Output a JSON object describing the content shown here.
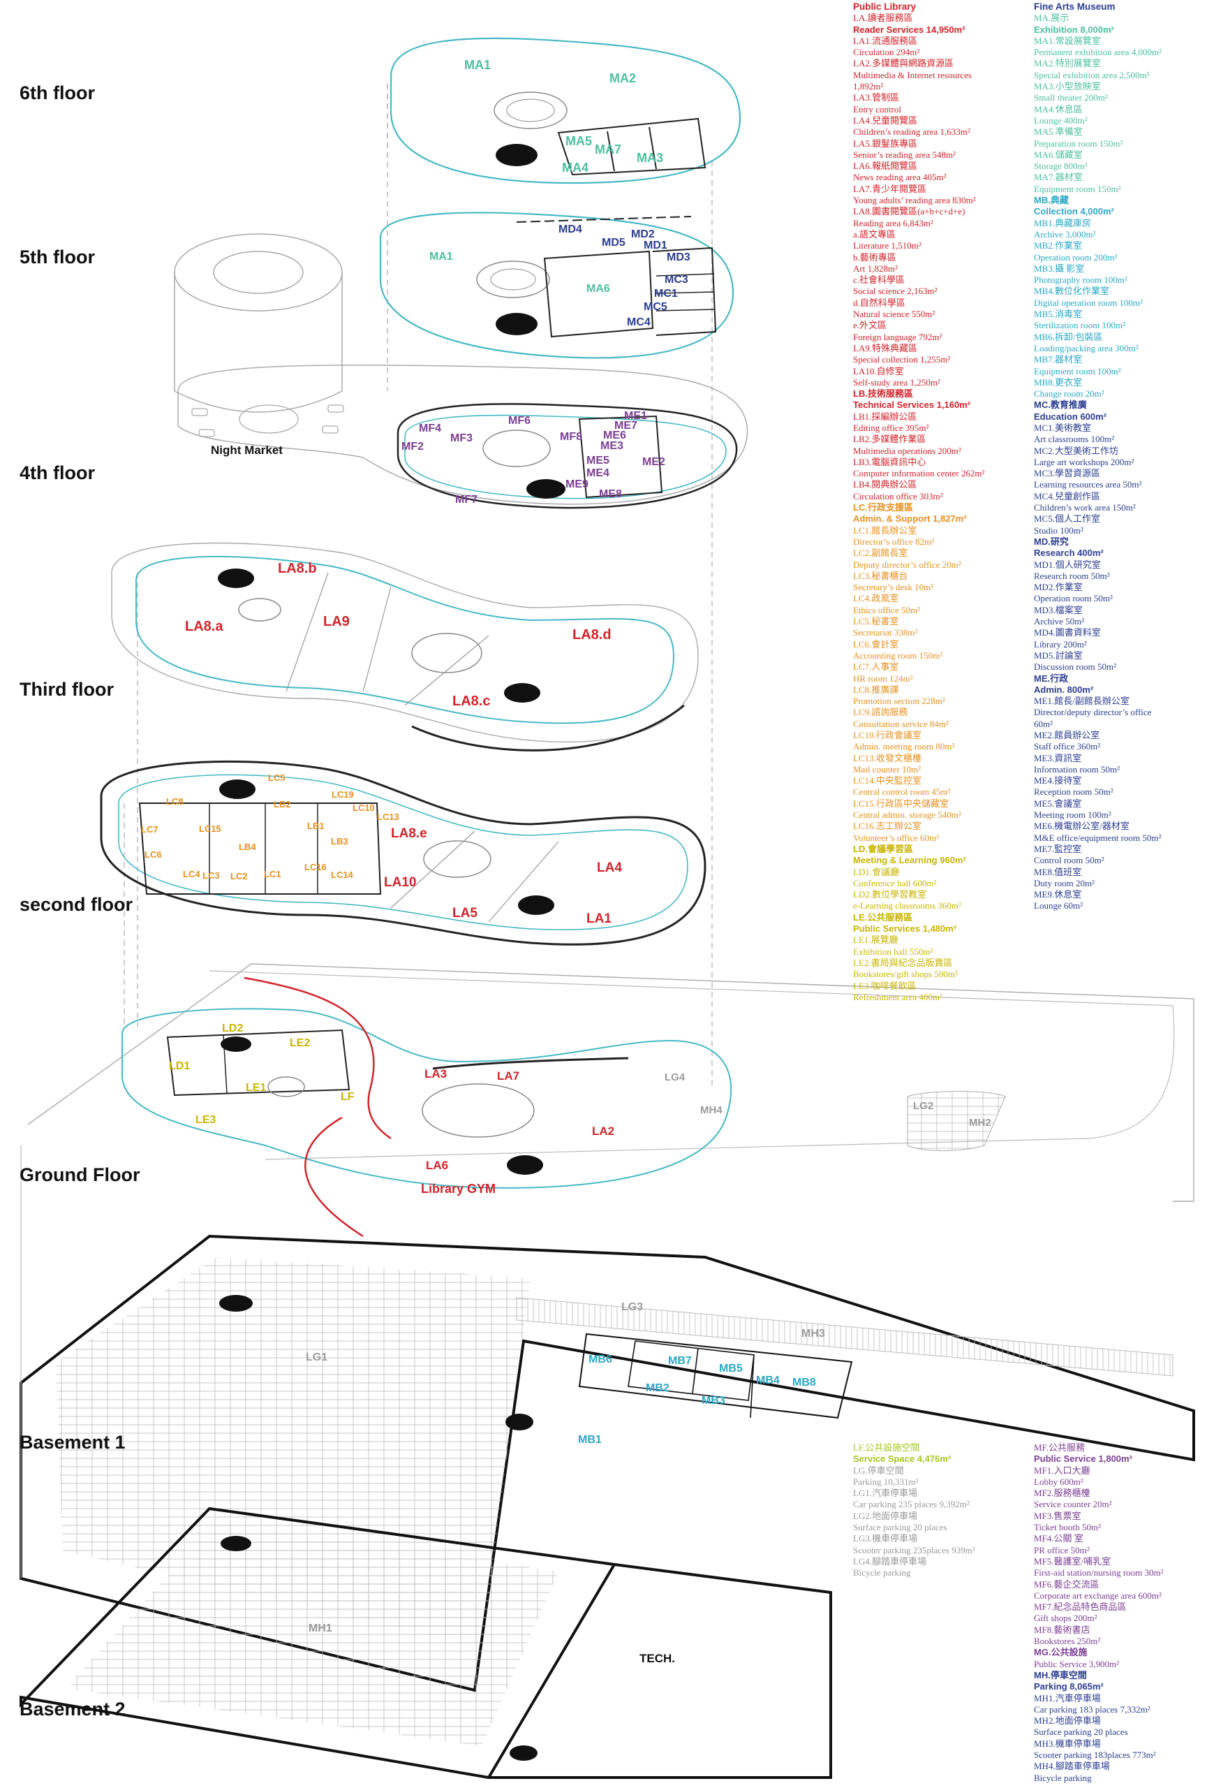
{
  "floor_labels": [
    "6th floor",
    "5th floor",
    "4th floor",
    "Third floor",
    "second floor",
    "Ground Floor",
    "Basement 1",
    "Basement 2"
  ],
  "diagram_labels": {
    "night_market": "Night Market",
    "library_gym": "Library GYM",
    "tech": "TECH.",
    "sixth": [
      "MA1",
      "MA2",
      "MA5",
      "MA7",
      "MA3",
      "MA4"
    ],
    "fifth": [
      "MA1",
      "MD4",
      "MD2",
      "MD5",
      "MD1",
      "MD3",
      "MA6",
      "MC3",
      "MC1",
      "MC5",
      "MC4"
    ],
    "fourth": [
      "MF4",
      "MF3",
      "MF6",
      "MF2",
      "MF8",
      "ME1",
      "ME7",
      "ME6",
      "ME3",
      "ME5",
      "ME4",
      "ME9",
      "ME8",
      "ME2",
      "MF7"
    ],
    "third": [
      "LA8.b",
      "LA8.a",
      "LA9",
      "LA8.d",
      "LA8.c"
    ],
    "second_red": [
      "LA8.e",
      "LA4",
      "LA10",
      "LA5",
      "LA1"
    ],
    "second_orange": [
      "LC5",
      "LC19",
      "LC8",
      "LC10",
      "LC13",
      "LB2",
      "LC15",
      "LC7",
      "LB1",
      "LB3",
      "LB4",
      "LC6",
      "LC4",
      "LC3",
      "LC2",
      "LC1",
      "LC16",
      "LC14"
    ],
    "ground_yellow": [
      "LD2",
      "LE2",
      "LD1",
      "LE1",
      "LF",
      "LE3"
    ],
    "ground_red": [
      "LA3",
      "LA7",
      "LA2",
      "LA6"
    ],
    "ground_grey": [
      "LG4",
      "MH4",
      "LG2",
      "MH2"
    ],
    "b1_grey": [
      "LG3",
      "MH3",
      "LG1"
    ],
    "b1_cyan": [
      "MB6",
      "MB7",
      "MB5",
      "MB4",
      "MB8",
      "MB2",
      "MB3",
      "MB1"
    ],
    "b2_grey": [
      "MH1"
    ]
  },
  "colors": {
    "library_red": "#d2232a",
    "museum_teal": "#4dbfa0",
    "museum_navy": "#2b3d8f",
    "museum_purple": "#7b3e94",
    "admin_orange": "#e8901e",
    "learning_yellow": "#c9b400",
    "service_green": "#a5c81e",
    "cyan": "#2aa8c6",
    "grey": "#9a9a9a",
    "outline_cyan": "#46b8c4"
  },
  "legend_library": [
    {
      "t": "Public Library",
      "s": "title",
      "c": "library_red"
    },
    {
      "t": "LA.讀者服務區",
      "c": "library_red"
    },
    {
      "t": "Reader Services 14,950m²",
      "s": "sub",
      "c": "library_red"
    },
    {
      "t": "LA1.流通服務區",
      "c": "library_red"
    },
    {
      "t": "Circulation 294m²",
      "c": "library_red"
    },
    {
      "t": "LA2.多媒體與網路資源區",
      "c": "library_red"
    },
    {
      "t": "Multimedia & Internet resources",
      "c": "library_red"
    },
    {
      "t": "1,892m²",
      "c": "library_red"
    },
    {
      "t": "LA3.管制區",
      "c": "library_red"
    },
    {
      "t": "Entry control",
      "c": "library_red"
    },
    {
      "t": "LA4.兒童閱覽區",
      "c": "library_red"
    },
    {
      "t": "Children’s reading area 1,633m²",
      "c": "library_red"
    },
    {
      "t": "LA5.銀髮族專區",
      "c": "library_red"
    },
    {
      "t": "Senior’s reading area 548m²",
      "c": "library_red"
    },
    {
      "t": "LA6.報紙閱覽區",
      "c": "library_red"
    },
    {
      "t": "News reading area 405m²",
      "c": "library_red"
    },
    {
      "t": "LA7.青少年閱覽區",
      "c": "library_red"
    },
    {
      "t": "Young adults’ reading area 830m²",
      "c": "library_red"
    },
    {
      "t": "LA8.圖書閱覽區(a+b+c+d+e)",
      "c": "library_red"
    },
    {
      "t": "Reading area 6,843m²",
      "c": "library_red"
    },
    {
      "t": "a.語文專區",
      "c": "library_red"
    },
    {
      "t": "Literature 1,510m²",
      "c": "library_red"
    },
    {
      "t": "b.藝術專區",
      "c": "library_red"
    },
    {
      "t": "Art 1,828m²",
      "c": "library_red"
    },
    {
      "t": "c.社會科學區",
      "c": "library_red"
    },
    {
      "t": "Social science 2,163m²",
      "c": "library_red"
    },
    {
      "t": "d.自然科學區",
      "c": "library_red"
    },
    {
      "t": "Natural science 550m²",
      "c": "library_red"
    },
    {
      "t": "e.外文區",
      "c": "library_red"
    },
    {
      "t": "Foreign language 792m²",
      "c": "library_red"
    },
    {
      "t": "LA9.特殊典藏區",
      "c": "library_red"
    },
    {
      "t": "Special collection 1,255m²",
      "c": "library_red"
    },
    {
      "t": "LA10.自修室",
      "c": "library_red"
    },
    {
      "t": "Self-study area 1,250m²",
      "c": "library_red"
    },
    {
      "t": "LB.技術服務區",
      "s": "sub",
      "c": "library_red"
    },
    {
      "t": "Technical Services 1,160m²",
      "s": "sub",
      "c": "library_red"
    },
    {
      "t": "LB1.採編辦公區",
      "c": "library_red"
    },
    {
      "t": "Editing office 395m²",
      "c": "library_red"
    },
    {
      "t": "LB2.多媒體作業區",
      "c": "library_red"
    },
    {
      "t": "Multimedia operations 200m²",
      "c": "library_red"
    },
    {
      "t": "LB3.電腦資訊中心",
      "c": "library_red"
    },
    {
      "t": "Computer information center 262m²",
      "c": "library_red"
    },
    {
      "t": "LB4.閱典辦公區",
      "c": "library_red"
    },
    {
      "t": "Circulation office 303m²",
      "c": "library_red"
    },
    {
      "t": "LC.行政支援區",
      "s": "sub",
      "c": "admin_orange"
    },
    {
      "t": "Admin. & Support 1,827m²",
      "s": "sub",
      "c": "admin_orange"
    },
    {
      "t": "LC1.館長辦公室",
      "c": "admin_orange"
    },
    {
      "t": "Director’s office 82m²",
      "c": "admin_orange"
    },
    {
      "t": "LC2.副館長室",
      "c": "admin_orange"
    },
    {
      "t": "Deputy director’s office 20m²",
      "c": "admin_orange"
    },
    {
      "t": "LC3.秘書櫃台",
      "c": "admin_orange"
    },
    {
      "t": "Secretary’s desk 10m²",
      "c": "admin_orange"
    },
    {
      "t": "LC4.政風室",
      "c": "admin_orange"
    },
    {
      "t": "Ethics office 50m²",
      "c": "admin_orange"
    },
    {
      "t": "LC5.秘書室",
      "c": "admin_orange"
    },
    {
      "t": "Secretariat 338m²",
      "c": "admin_orange"
    },
    {
      "t": "LC6.會計室",
      "c": "admin_orange"
    },
    {
      "t": "Accounting room 150m²",
      "c": "admin_orange"
    },
    {
      "t": "LC7.人事室",
      "c": "admin_orange"
    },
    {
      "t": "HR room 124m²",
      "c": "admin_orange"
    },
    {
      "t": "LC8.推廣課",
      "c": "admin_orange"
    },
    {
      "t": "Promotion section 228m²",
      "c": "admin_orange"
    },
    {
      "t": "LC9.諮詢服務",
      "c": "admin_orange"
    },
    {
      "t": "Consultation service 84m²",
      "c": "admin_orange"
    },
    {
      "t": "LC10.行政會議室",
      "c": "admin_orange"
    },
    {
      "t": "Admin. meeting room 80m²",
      "c": "admin_orange"
    },
    {
      "t": "LC13.收發文櫃檯",
      "c": "admin_orange"
    },
    {
      "t": "Mail counter 10m²",
      "c": "admin_orange"
    },
    {
      "t": "LC14.中央監控室",
      "c": "admin_orange"
    },
    {
      "t": "Central control room 45m²",
      "c": "admin_orange"
    },
    {
      "t": "LC15.行政區中央儲藏室",
      "c": "admin_orange"
    },
    {
      "t": "Central admin. storage 540m²",
      "c": "admin_orange"
    },
    {
      "t": "LC16.志工辦公室",
      "c": "admin_orange"
    },
    {
      "t": "Volunteer’s office 60m²",
      "c": "admin_orange"
    },
    {
      "t": "LD.會議學習區",
      "s": "sub",
      "c": "learning_yellow"
    },
    {
      "t": "Meeting & Learning 960m²",
      "s": "sub",
      "c": "learning_yellow"
    },
    {
      "t": "LD1.會議廳",
      "c": "learning_yellow"
    },
    {
      "t": "Conference hall 600m²",
      "c": "learning_yellow"
    },
    {
      "t": "LD2.數位學習教室",
      "c": "learning_yellow"
    },
    {
      "t": "e-Learning classrooms 360m²",
      "c": "learning_yellow"
    },
    {
      "t": "LE.公共服務區",
      "s": "sub",
      "c": "learning_yellow"
    },
    {
      "t": "Public Services 1,480m²",
      "s": "sub",
      "c": "learning_yellow"
    },
    {
      "t": "LE1.展覽廳",
      "c": "learning_yellow"
    },
    {
      "t": "Exhibition hall 550m²",
      "c": "learning_yellow"
    },
    {
      "t": "LE2.書局與紀念品販賣區",
      "c": "learning_yellow"
    },
    {
      "t": "Bookstores/gift shops 500m²",
      "c": "learning_yellow"
    },
    {
      "t": "LE3.咖啡餐飲區",
      "c": "learning_yellow"
    },
    {
      "t": "Refreshment area 400m²",
      "c": "learning_yellow"
    }
  ],
  "legend_museum": [
    {
      "t": "Fine Arts Museum",
      "s": "title",
      "c": "museum_navy"
    },
    {
      "t": "MA.展示",
      "c": "museum_teal"
    },
    {
      "t": "Exhibition 8,000m²",
      "s": "sub",
      "c": "museum_teal"
    },
    {
      "t": "MA1.常設展覽室",
      "c": "museum_teal"
    },
    {
      "t": "Permanent exhibition area 4,000m²",
      "c": "museum_teal"
    },
    {
      "t": "MA2.特別展覽室",
      "c": "museum_teal"
    },
    {
      "t": "Special exhibition area 2,500m²",
      "c": "museum_teal"
    },
    {
      "t": "MA3.小型放映室",
      "c": "museum_teal"
    },
    {
      "t": "Small theater 200m²",
      "c": "museum_teal"
    },
    {
      "t": "MA4.休息區",
      "c": "museum_teal"
    },
    {
      "t": "Lounge 400m²",
      "c": "museum_teal"
    },
    {
      "t": "MA5.準備室",
      "c": "museum_teal"
    },
    {
      "t": "Preparation room 150m²",
      "c": "museum_teal"
    },
    {
      "t": "MA6.儲藏室",
      "c": "museum_teal"
    },
    {
      "t": "Storage 800m²",
      "c": "museum_teal"
    },
    {
      "t": "MA7.器材室",
      "c": "museum_teal"
    },
    {
      "t": "Equipment room 150m²",
      "c": "museum_teal"
    },
    {
      "t": "MB.典藏",
      "s": "sub",
      "c": "cyan"
    },
    {
      "t": "Collection 4,000m²",
      "s": "sub",
      "c": "cyan"
    },
    {
      "t": "MB1.典藏庫房",
      "c": "cyan"
    },
    {
      "t": "Archive 3,000m²",
      "c": "cyan"
    },
    {
      "t": "MB2.作業室",
      "c": "cyan"
    },
    {
      "t": "Operation room 200m²",
      "c": "cyan"
    },
    {
      "t": "MB3.攝 影室",
      "c": "cyan"
    },
    {
      "t": "Photography room 100m²",
      "c": "cyan"
    },
    {
      "t": "MB4.數位化作業室",
      "c": "cyan"
    },
    {
      "t": "Digital operation room 100m²",
      "c": "cyan"
    },
    {
      "t": "MB5.消毒室",
      "c": "cyan"
    },
    {
      "t": "Sterilization room 100m²",
      "c": "cyan"
    },
    {
      "t": "MB6.拆卸/包裝區",
      "c": "cyan"
    },
    {
      "t": "Loading/packing area 300m²",
      "c": "cyan"
    },
    {
      "t": "MB7.器材室",
      "c": "cyan"
    },
    {
      "t": "Equipment room 100m²",
      "c": "cyan"
    },
    {
      "t": "MB8.更衣室",
      "c": "cyan"
    },
    {
      "t": "Change room 20m²",
      "c": "cyan"
    },
    {
      "t": "MC.教育推廣",
      "s": "sub",
      "c": "museum_navy"
    },
    {
      "t": "Education 600m²",
      "s": "sub",
      "c": "museum_navy"
    },
    {
      "t": "MC1.美術教室",
      "c": "museum_navy"
    },
    {
      "t": "Art classrooms 100m²",
      "c": "museum_navy"
    },
    {
      "t": "MC2.大型美術工作坊",
      "c": "museum_navy"
    },
    {
      "t": "Large art workshops 200m²",
      "c": "museum_navy"
    },
    {
      "t": "MC3.學習資源區",
      "c": "museum_navy"
    },
    {
      "t": "Learning resources area 50m²",
      "c": "museum_navy"
    },
    {
      "t": "MC4.兒童創作區",
      "c": "museum_navy"
    },
    {
      "t": "Children’s work area 150m²",
      "c": "museum_navy"
    },
    {
      "t": "MC5.個人工作室",
      "c": "museum_navy"
    },
    {
      "t": "Studio 100m²",
      "c": "museum_navy"
    },
    {
      "t": "MD.研究",
      "s": "sub",
      "c": "museum_navy"
    },
    {
      "t": "Research 400m²",
      "s": "sub",
      "c": "museum_navy"
    },
    {
      "t": "MD1.個人研究室",
      "c": "museum_navy"
    },
    {
      "t": "Research room 50m²",
      "c": "museum_navy"
    },
    {
      "t": "MD2.作業室",
      "c": "museum_navy"
    },
    {
      "t": "Operation room 50m²",
      "c": "museum_navy"
    },
    {
      "t": "MD3.檔案室",
      "c": "museum_navy"
    },
    {
      "t": "Archive 50m²",
      "c": "museum_navy"
    },
    {
      "t": "MD4.圖書資料室",
      "c": "museum_navy"
    },
    {
      "t": "Library 200m²",
      "c": "museum_navy"
    },
    {
      "t": "MD5.討論室",
      "c": "museum_navy"
    },
    {
      "t": "Discussion room 50m²",
      "c": "museum_navy"
    },
    {
      "t": "ME.行政",
      "s": "sub",
      "c": "museum_navy"
    },
    {
      "t": "Admin. 800m²",
      "s": "sub",
      "c": "museum_navy"
    },
    {
      "t": "ME1.館長/副館長辦公室",
      "c": "museum_navy"
    },
    {
      "t": "Director/deputy director’s office",
      "c": "museum_navy"
    },
    {
      "t": "60m²",
      "c": "museum_navy"
    },
    {
      "t": "ME2.館員辦公室",
      "c": "museum_navy"
    },
    {
      "t": "Staff office 360m²",
      "c": "museum_navy"
    },
    {
      "t": "ME3.資訊室",
      "c": "museum_navy"
    },
    {
      "t": "Information room 50m²",
      "c": "museum_navy"
    },
    {
      "t": "ME4.接待室",
      "c": "museum_navy"
    },
    {
      "t": "Reception room 50m²",
      "c": "museum_navy"
    },
    {
      "t": "ME5.會議室",
      "c": "museum_navy"
    },
    {
      "t": "Meeting room 100m²",
      "c": "museum_navy"
    },
    {
      "t": "ME6.機電辦公室/器材室",
      "c": "museum_navy"
    },
    {
      "t": "M&E office/equipment room 50m²",
      "c": "museum_navy"
    },
    {
      "t": "ME7.監控室",
      "c": "museum_navy"
    },
    {
      "t": "Control room 50m²",
      "c": "museum_navy"
    },
    {
      "t": "ME8.值班室",
      "c": "museum_navy"
    },
    {
      "t": "Duty room 20m²",
      "c": "museum_navy"
    },
    {
      "t": "ME9.休息室",
      "c": "museum_navy"
    },
    {
      "t": "Lounge 60m²",
      "c": "museum_navy"
    }
  ],
  "legend_service": [
    {
      "t": "LF.公共設施空間",
      "c": "service_green"
    },
    {
      "t": "Service Space 4,476m²",
      "s": "sub",
      "c": "service_green"
    },
    {
      "t": "LG.停車空間",
      "c": "grey"
    },
    {
      "t": "Parking 10,331m²",
      "c": "grey"
    },
    {
      "t": "LG1.汽車停車場",
      "c": "grey"
    },
    {
      "t": "Car parking 235 places 9,392m²",
      "c": "grey"
    },
    {
      "t": "LG2.地面停車場",
      "c": "grey"
    },
    {
      "t": "Surface parking 20 places",
      "c": "grey"
    },
    {
      "t": "LG3.機車停車場",
      "c": "grey"
    },
    {
      "t": "Scooter parking 235places 939m²",
      "c": "grey"
    },
    {
      "t": "LG4.腳踏車停車場",
      "c": "grey"
    },
    {
      "t": "Bicycle parking",
      "c": "grey"
    }
  ],
  "legend_public": [
    {
      "t": "MF.公共服務",
      "c": "museum_purple"
    },
    {
      "t": "Public Service 1,800m²",
      "s": "sub",
      "c": "museum_purple"
    },
    {
      "t": "MF1.入口大廳",
      "c": "museum_purple"
    },
    {
      "t": "Lobby 600m²",
      "c": "museum_purple"
    },
    {
      "t": "MF2.服務櫃檯",
      "c": "museum_purple"
    },
    {
      "t": "Service counter 20m²",
      "c": "museum_purple"
    },
    {
      "t": "MF3.售票室",
      "c": "museum_purple"
    },
    {
      "t": "Ticket booth 50m²",
      "c": "museum_purple"
    },
    {
      "t": "MF4.公關 室",
      "c": "museum_purple"
    },
    {
      "t": "PR office 50m²",
      "c": "museum_purple"
    },
    {
      "t": "MF5.醫護室/哺乳室",
      "c": "museum_purple"
    },
    {
      "t": "First-aid station/nursing room 30m²",
      "c": "museum_purple"
    },
    {
      "t": "MF6.藝企交流區",
      "c": "museum_purple"
    },
    {
      "t": "Corporate art exchange area 600m²",
      "c": "museum_purple"
    },
    {
      "t": "MF7.紀念品特色商品區",
      "c": "museum_purple"
    },
    {
      "t": "Gift shops 200m²",
      "c": "museum_purple"
    },
    {
      "t": "MF8.藝術書店",
      "c": "museum_purple"
    },
    {
      "t": "Bookstores 250m²",
      "c": "museum_purple"
    },
    {
      "t": "MG.公共設施",
      "s": "sub",
      "c": "museum_purple"
    },
    {
      "t": "Public Service 3,900m²",
      "c": "museum_purple"
    },
    {
      "t": "MH.停車空間",
      "s": "sub",
      "c": "museum_navy"
    },
    {
      "t": "Parking 8,065m²",
      "s": "sub",
      "c": "museum_navy"
    },
    {
      "t": "MH1.汽車停車場",
      "c": "museum_navy"
    },
    {
      "t": "Car parking 183 places 7,332m²",
      "c": "museum_navy"
    },
    {
      "t": "MH2.地面停車場",
      "c": "museum_navy"
    },
    {
      "t": "Surface parking 20 places",
      "c": "museum_navy"
    },
    {
      "t": "MH3.機車停車場",
      "c": "museum_navy"
    },
    {
      "t": "Scooter parking 183places 773m²",
      "c": "museum_navy"
    },
    {
      "t": "MH4.腳踏車停車場",
      "c": "museum_navy"
    },
    {
      "t": "Bicycle parking",
      "c": "museum_navy"
    }
  ]
}
